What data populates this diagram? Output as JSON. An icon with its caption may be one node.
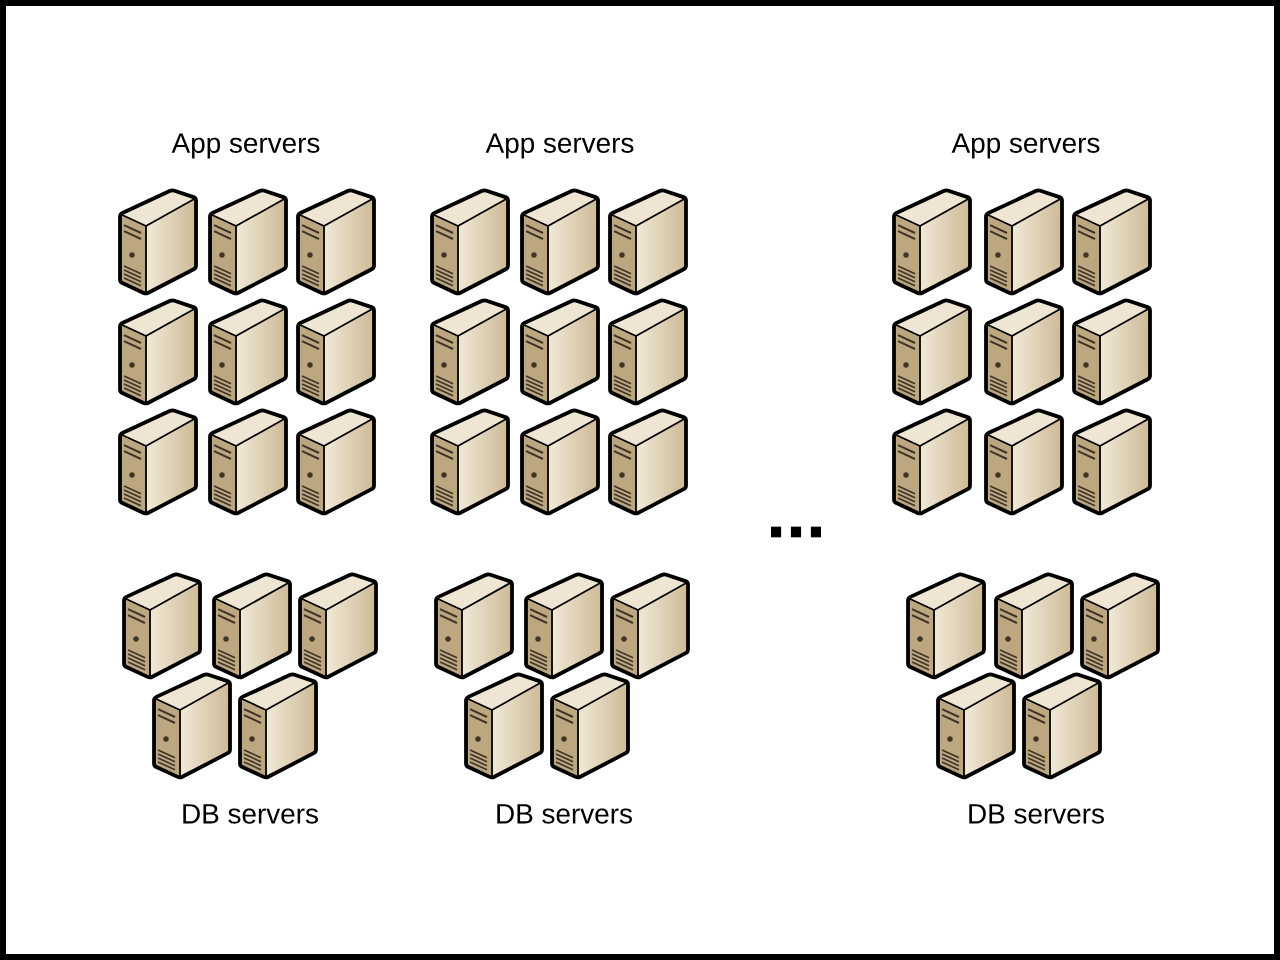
{
  "diagram": {
    "labels": [
      "App servers",
      "App servers",
      "App servers",
      "...",
      "DB servers",
      "DB servers",
      "DB servers"
    ]
  }
}
